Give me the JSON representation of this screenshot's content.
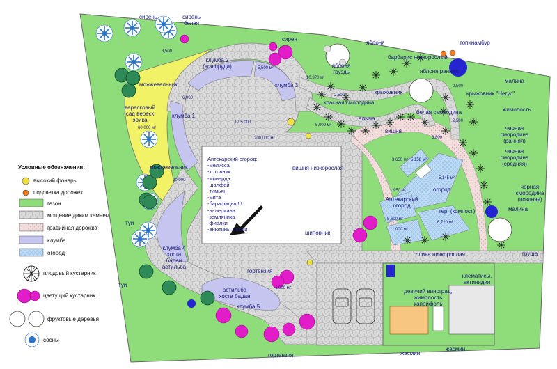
{
  "legend": {
    "title": "Условные обозначения:",
    "items": [
      {
        "label": "высокий фонарь"
      },
      {
        "label": "подсветка дорожек"
      },
      {
        "label": "газон"
      },
      {
        "label": "мощение диким камнем"
      },
      {
        "label": "гравийная дорожка"
      },
      {
        "label": "клумба"
      },
      {
        "label": "огород"
      },
      {
        "label": "плодовый кустарник"
      },
      {
        "label": "цветущий кустарник"
      },
      {
        "label": "фруктовые деревья"
      },
      {
        "label": "сосны"
      }
    ]
  },
  "aptekarsky": {
    "title": "Аптекарский огород:",
    "items": [
      "-мелисса",
      "-котовник",
      "-монарда",
      "-шалфей",
      "-тимьян",
      "-мята",
      "-барафицыл!!!",
      "-валериана",
      "-земляника",
      "-фиалки",
      "-анютины глазки"
    ]
  },
  "labels": {
    "siren": "сирень",
    "siren_belaya": "сирень белая",
    "sirech": "сирен",
    "yablonya": "яблоня",
    "topinambur": "топинамбур",
    "barbaris": "барбарис низкорослый",
    "yablonya_gruzd": "яблоня груздь",
    "yablonya_rannyaya": "яблоня ранняя",
    "malina_top": "малина",
    "kryzhovnik_negus": "крыжовник \"Негус\"",
    "kryzhovnik": "крыжовник",
    "krasnaya_smorodina": "красная смородина",
    "belaya_smorodina": "белая смородина",
    "zhimolost": "жимолость",
    "alycha": "алыча",
    "vishnya": "вишня",
    "chernaya_rannyaya": "черная смородина (ранняя)",
    "chernaya_srednyaya": "черная смородина (средняя)",
    "chernaya_pozdnyaya": "черная смородина (поздняя)",
    "malina_bottom": "малина",
    "grusha": "груша",
    "mozhzhevelnik_top": "можжевельник",
    "mozhzhevelnik_mid": "можжевельник",
    "veresk": "вересковый сад вереск эрика",
    "klumba1": "клумба 1",
    "klumba2": "клумба 2 (вся пруда)",
    "klumba3": "клумба 3",
    "klumba4": "клумба 4 хоста бадан астильба",
    "klumba5": "клумба 5",
    "astilba5": "астильба хоста бадан",
    "vishnya_nizk": "вишня низкорослая",
    "shipovnik": "шиповник",
    "ogorod": "огород",
    "aptekarsky_ogorod": "Аптекарский огород",
    "ter_kompost": "тер. (компост)",
    "sliva": "слива низкорослая",
    "tui_top": "туи",
    "tui_bottom": "туи",
    "gortenziya_top": "гортензия",
    "gortenziya_bottom": "гортензия",
    "klematisy": "клематисы, актинидия",
    "vinograd": "девичий виноград, жимолость каприфоль",
    "zhasmin1": "жасмин",
    "zhasmin2": "жасмин"
  },
  "areas": {
    "a_veresk": "60,000 м²",
    "a_center": "17,5 000",
    "a_paving": "200,000 м²",
    "a_1": "3,500",
    "a_2": "6,000",
    "a_3": "5,500 м²",
    "a_4": "20,000",
    "a_5": "4,000 м²",
    "a_6": "2,500",
    "a_7": "3,800",
    "a_8": "10,370 м²",
    "a_9": "5,000 м²",
    "a_10": "5,158 м²",
    "a_11": "5,145 м²",
    "a_12": "3,650 м²",
    "a_13": "1,950 м²",
    "a_14": "6,720 м²",
    "a_15": "1,000 м²",
    "a_16": "5,600 м²",
    "a_17": "2,500",
    "a_18": "2,500"
  },
  "colors": {
    "lawn": "#8fdc7a",
    "yellow": "#f2f266",
    "paving": "#d8d8d8",
    "gravel": "#f0d6d6",
    "bed": "#c5c5f0",
    "garden": "#bcd9f5",
    "magenta": "#e21cc8",
    "pine": "#2b73c8",
    "fruit_bush": "#1d6b3a",
    "lamp": "#f0e040",
    "path_light": "#f07a20",
    "blue_circle": "#2424d0"
  }
}
